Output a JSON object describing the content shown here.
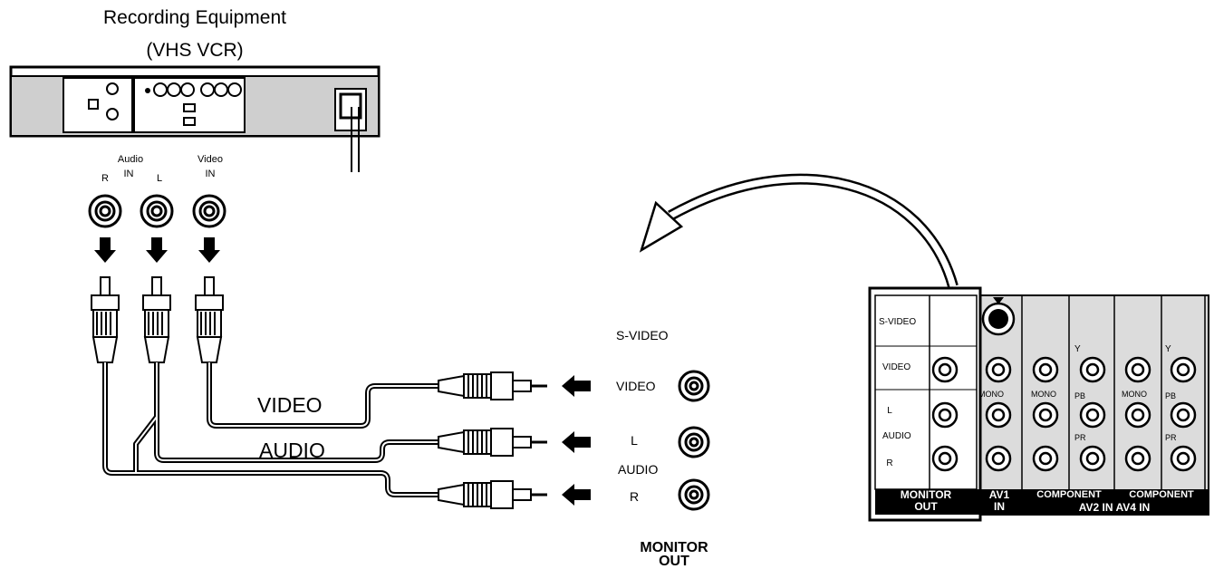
{
  "vcr": {
    "title_line1": "Recording Equipment",
    "title_line2": "(VHS VCR)",
    "audio_in": "Audio",
    "audio_in2": "IN",
    "r": "R",
    "l": "L",
    "video_in": "Video",
    "video_in2": "IN"
  },
  "cables": {
    "video": "VIDEO",
    "audio": "AUDIO"
  },
  "monitor_out": {
    "svideo": "S-VIDEO",
    "video": "VIDEO",
    "audio_l": "L",
    "audio": "AUDIO",
    "audio_r": "R",
    "title_line1": "MONITOR",
    "title_line2": "OUT"
  },
  "panel": {
    "svideo": "S-VIDEO",
    "video": "VIDEO",
    "l": "L",
    "audio": "AUDIO",
    "r": "R",
    "mono": "MONO",
    "y": "Y",
    "pb": "PB",
    "pr": "PR",
    "monitor_out": "MONITOR",
    "monitor_out2": "OUT",
    "av1": "AV1",
    "av1b": "IN",
    "component1": "COMPONENT",
    "component2": "COMPONENT",
    "av_bottom": "AV2 IN AV4 IN"
  }
}
